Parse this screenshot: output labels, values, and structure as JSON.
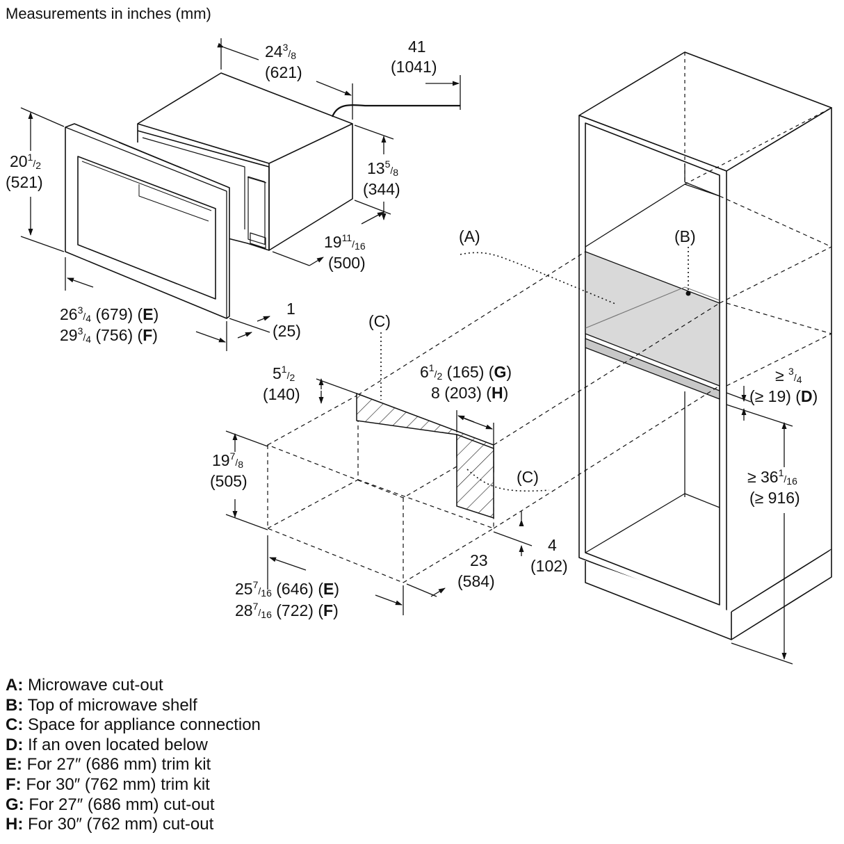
{
  "title": "Measurements in inches (mm)",
  "dimensions": {
    "depth": {
      "whole": "24",
      "sup": "3",
      "sub": "8",
      "mm": "(621)"
    },
    "cord": {
      "value": "41",
      "mm": "(1041)"
    },
    "height": {
      "whole": "20",
      "sup": "1",
      "sub": "2",
      "mm": "(521)"
    },
    "body_height": {
      "whole": "13",
      "sup": "5",
      "sub": "8",
      "mm": "(344)"
    },
    "body_depth": {
      "whole": "19",
      "sup": "11",
      "sub": "16",
      "mm": "(500)"
    },
    "width_e": {
      "whole": "26",
      "sup": "3",
      "sub": "4",
      "mm": "(679)",
      "key": "E"
    },
    "width_f": {
      "whole": "29",
      "sup": "3",
      "sub": "4",
      "mm": "(756)",
      "key": "F"
    },
    "trim": {
      "value": "1",
      "mm": "(25)"
    },
    "c_top_label": "(C)",
    "channel_height": {
      "whole": "5",
      "sup": "1",
      "sub": "2",
      "mm": "(140)"
    },
    "channel_g": {
      "whole": "6",
      "sup": "1",
      "sub": "2",
      "mm": "(165)",
      "key": "G"
    },
    "channel_h": {
      "value": "8",
      "mm": "(203)",
      "key": "H"
    },
    "cutout_height": {
      "whole": "19",
      "sup": "7",
      "sub": "8",
      "mm": "(505)"
    },
    "c_side_label": "(C)",
    "a_label": "(A)",
    "b_label": "(B)",
    "clear_d": {
      "prefix": "≥",
      "sup": "3",
      "sub": "4",
      "mm": "(≥ 19)",
      "key": "D"
    },
    "floor_height": {
      "prefix": "≥ 36",
      "sup": "1",
      "sub": "16",
      "mm": "(≥ 916)"
    },
    "cutout_e": {
      "whole": "25",
      "sup": "7",
      "sub": "16",
      "mm": "(646)",
      "key": "E"
    },
    "cutout_f": {
      "whole": "28",
      "sup": "7",
      "sub": "16",
      "mm": "(722)",
      "key": "F"
    },
    "cutout_depth": {
      "value": "23",
      "mm": "(584)"
    },
    "gap": {
      "value": "4",
      "mm": "(102)"
    }
  },
  "legend": [
    {
      "key": "A:",
      "text": " Microwave cut-out"
    },
    {
      "key": "B:",
      "text": " Top of microwave shelf"
    },
    {
      "key": "C:",
      "text": " Space for appliance connection"
    },
    {
      "key": "D:",
      "text": " If an oven located below"
    },
    {
      "key": "E:",
      "text": " For 27″ (686 mm) trim kit"
    },
    {
      "key": "F:",
      "text": " For 30″ (762 mm) trim kit"
    },
    {
      "key": "G:",
      "text": " For 27″ (686 mm) cut-out"
    },
    {
      "key": "H:",
      "text": " For 30″ (762 mm) cut-out"
    }
  ]
}
